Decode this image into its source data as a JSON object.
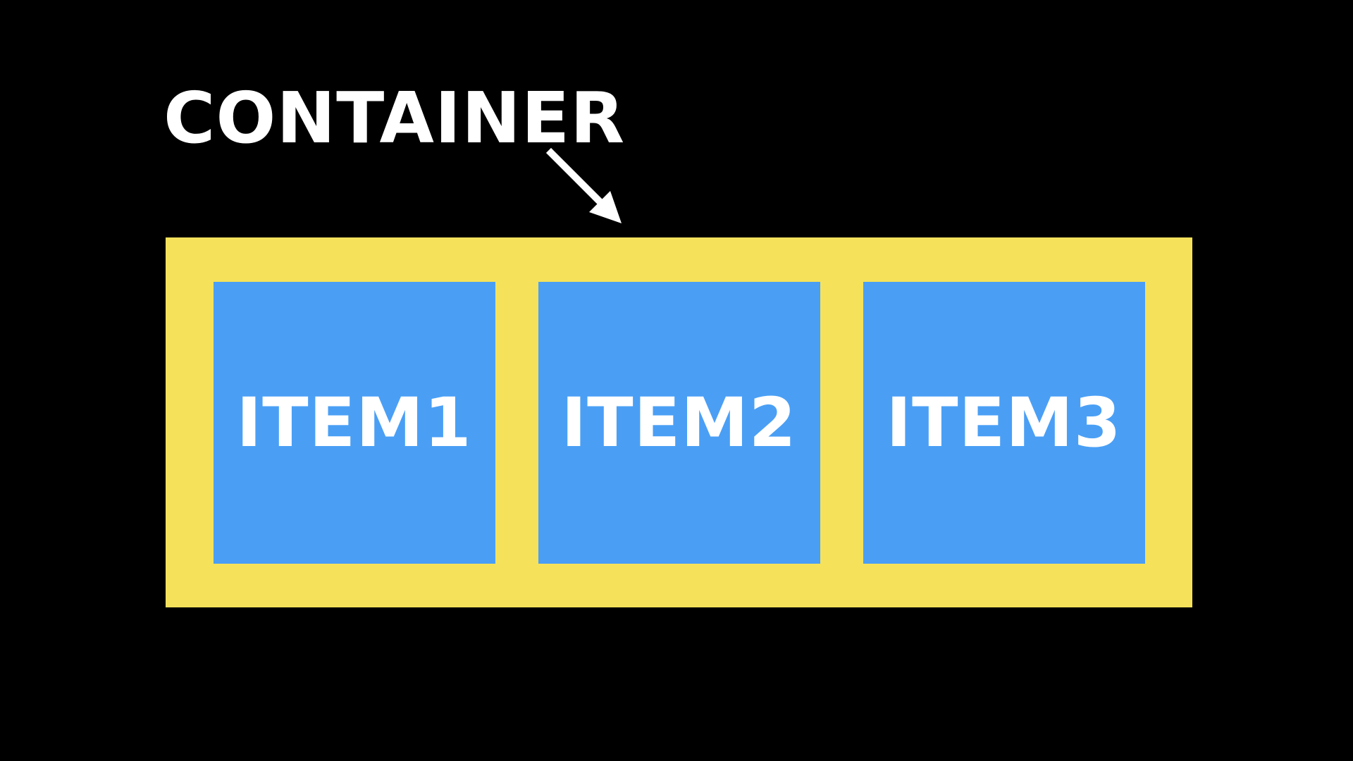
{
  "diagram": {
    "container_label": "CONTAINER",
    "items": [
      {
        "label": "ITEM1"
      },
      {
        "label": "ITEM2"
      },
      {
        "label": "ITEM3"
      }
    ],
    "colors": {
      "background": "#000000",
      "container": "#f5e25a",
      "item": "#4a9ff5",
      "text": "#ffffff",
      "arrow": "#ffffff"
    }
  }
}
